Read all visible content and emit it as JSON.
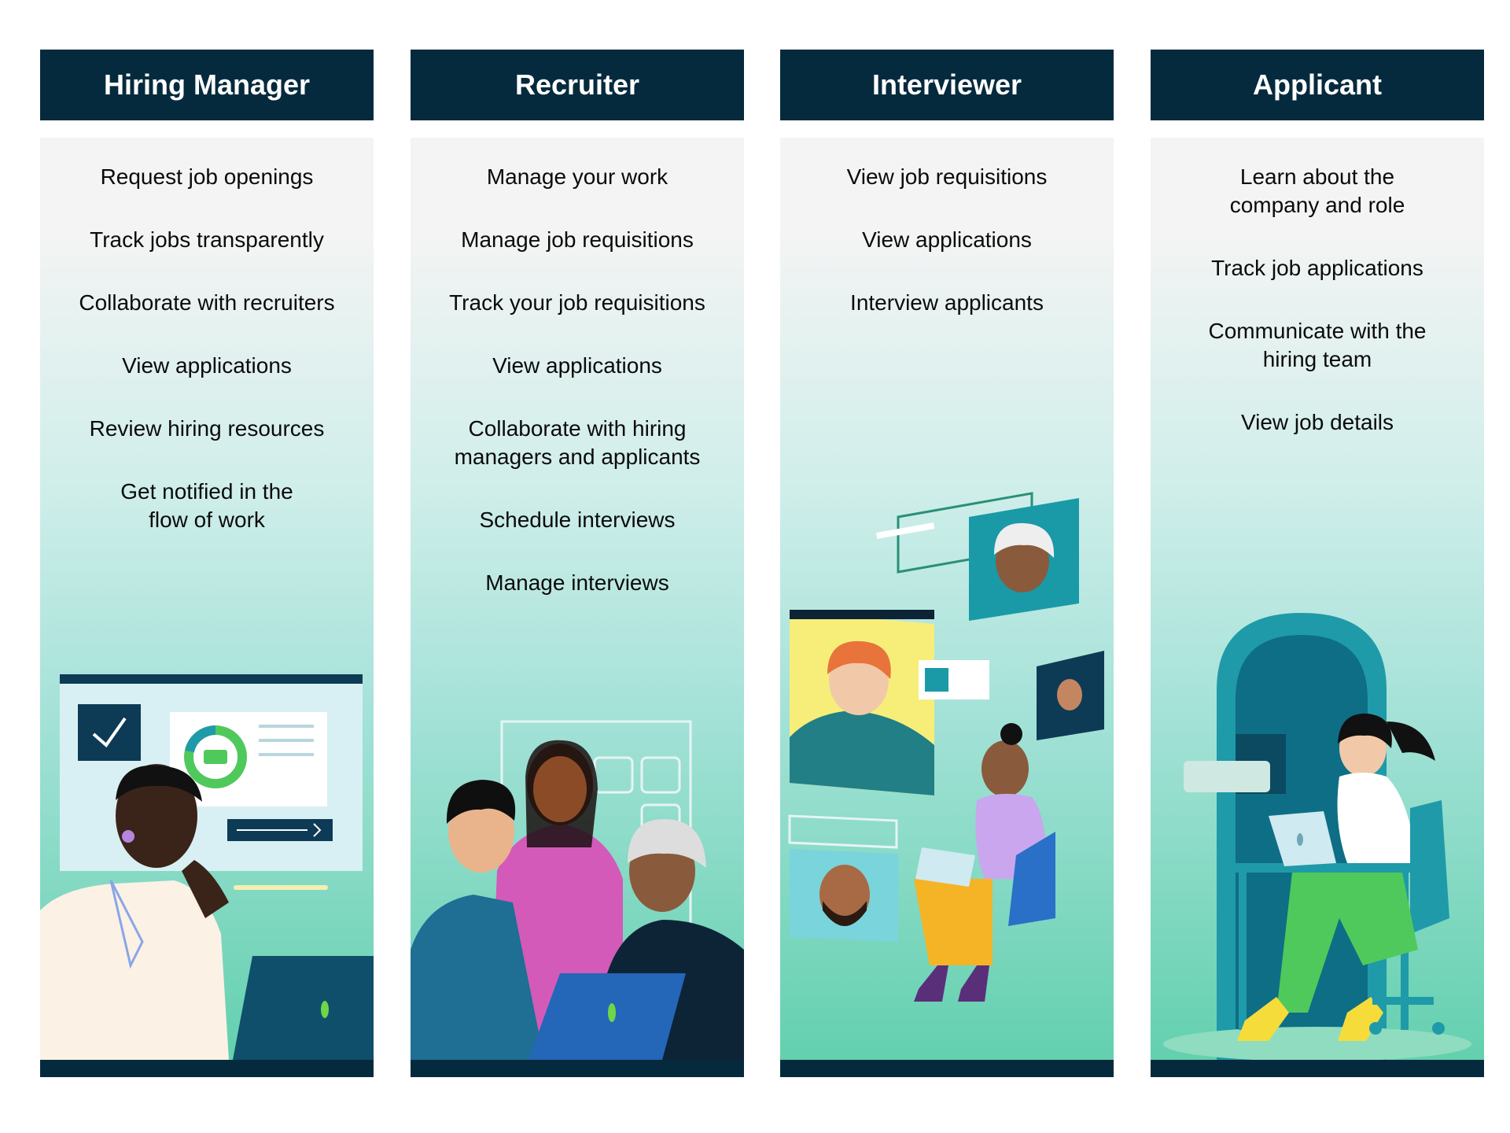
{
  "columns": [
    {
      "title": "Hiring Manager",
      "items": [
        "Request job openings",
        "Track jobs transparently",
        "Collaborate with recruiters",
        "View applications",
        "Review hiring resources",
        "Get notified in the flow of work"
      ]
    },
    {
      "title": "Recruiter",
      "items": [
        "Manage your work",
        "Manage job requisitions",
        "Track your job requisitions",
        "View applications",
        "Collaborate with hiring managers and applicants",
        "Schedule interviews",
        "Manage interviews"
      ]
    },
    {
      "title": "Interviewer",
      "items": [
        "View job requisitions",
        "View applications",
        "Interview applicants"
      ]
    },
    {
      "title": "Applicant",
      "items": [
        "Learn about the company and role",
        "Track job applications",
        "Communicate with the hiring team",
        "View job details"
      ]
    }
  ],
  "colors": {
    "header_bg": "#062a3d",
    "header_text": "#ffffff",
    "body_top": "#f4f4f4",
    "body_bottom": "#63d0ae",
    "accent_teal": "#1f9aa8",
    "accent_green": "#4fc95b"
  }
}
